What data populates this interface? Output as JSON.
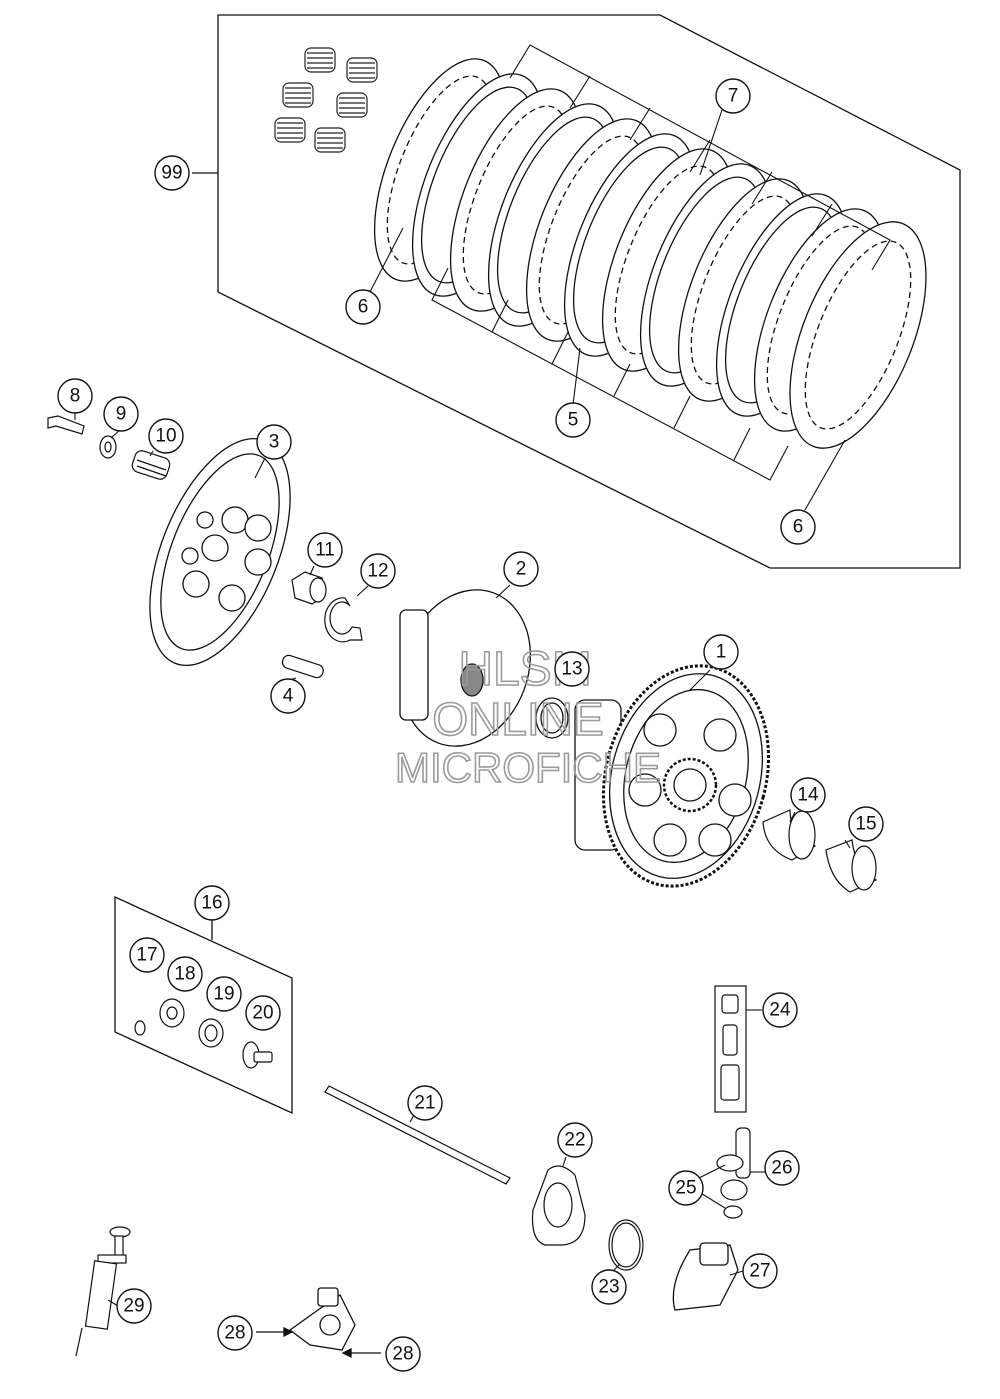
{
  "diagram": {
    "callouts": {
      "c1": "1",
      "c2": "2",
      "c3": "3",
      "c4": "4",
      "c5": "5",
      "c6a": "6",
      "c6b": "6",
      "c7": "7",
      "c8": "8",
      "c9": "9",
      "c10": "10",
      "c11": "11",
      "c12": "12",
      "c13": "13",
      "c14": "14",
      "c15": "15",
      "c16": "16",
      "c17": "17",
      "c18": "18",
      "c19": "19",
      "c20": "20",
      "c21": "21",
      "c22": "22",
      "c23": "23",
      "c24": "24",
      "c25": "25",
      "c26": "26",
      "c27": "27",
      "c28a": "28",
      "c28b": "28",
      "c29": "29",
      "c99": "99"
    },
    "watermark": {
      "line1": "HLSM",
      "line2": "ONLINE",
      "line3": "MICROFICHE"
    }
  }
}
